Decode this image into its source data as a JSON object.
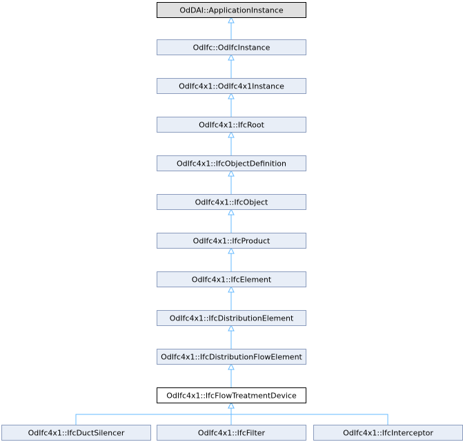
{
  "diagram": {
    "nodes": [
      {
        "id": "app",
        "label": "OdDAI::ApplicationInstance",
        "style": "base"
      },
      {
        "id": "odifc",
        "label": "OdIfc::OdIfcInstance",
        "style": "normal"
      },
      {
        "id": "odifc4",
        "label": "OdIfc4x1::OdIfc4x1Instance",
        "style": "normal"
      },
      {
        "id": "root",
        "label": "OdIfc4x1::IfcRoot",
        "style": "normal"
      },
      {
        "id": "objdef",
        "label": "OdIfc4x1::IfcObjectDefinition",
        "style": "normal"
      },
      {
        "id": "obj",
        "label": "OdIfc4x1::IfcObject",
        "style": "normal"
      },
      {
        "id": "prod",
        "label": "OdIfc4x1::IfcProduct",
        "style": "normal"
      },
      {
        "id": "elem",
        "label": "OdIfc4x1::IfcElement",
        "style": "normal"
      },
      {
        "id": "dist",
        "label": "OdIfc4x1::IfcDistributionElement",
        "style": "normal"
      },
      {
        "id": "flow",
        "label": "OdIfc4x1::IfcDistributionFlowElement",
        "style": "normal"
      },
      {
        "id": "treat",
        "label": "OdIfc4x1::IfcFlowTreatmentDevice",
        "style": "current"
      },
      {
        "id": "duct",
        "label": "OdIfc4x1::IfcDuctSilencer",
        "style": "normal"
      },
      {
        "id": "filter",
        "label": "OdIfc4x1::IfcFilter",
        "style": "normal"
      },
      {
        "id": "inter",
        "label": "OdIfc4x1::IfcInterceptor",
        "style": "normal"
      }
    ],
    "edges": [
      {
        "from": "odifc",
        "to": "app"
      },
      {
        "from": "odifc4",
        "to": "odifc"
      },
      {
        "from": "root",
        "to": "odifc4"
      },
      {
        "from": "objdef",
        "to": "root"
      },
      {
        "from": "obj",
        "to": "objdef"
      },
      {
        "from": "prod",
        "to": "obj"
      },
      {
        "from": "elem",
        "to": "prod"
      },
      {
        "from": "dist",
        "to": "elem"
      },
      {
        "from": "flow",
        "to": "dist"
      },
      {
        "from": "treat",
        "to": "flow"
      },
      {
        "from": "duct",
        "to": "treat"
      },
      {
        "from": "filter",
        "to": "treat"
      },
      {
        "from": "inter",
        "to": "treat"
      }
    ],
    "colors": {
      "edge": "#63b8ff",
      "normal_fill": "#e8eef7",
      "normal_stroke": "#8a9bbd",
      "base_fill": "#e0e0e0",
      "base_stroke": "#000000",
      "current_fill": "#ffffff",
      "current_stroke": "#000000"
    }
  }
}
